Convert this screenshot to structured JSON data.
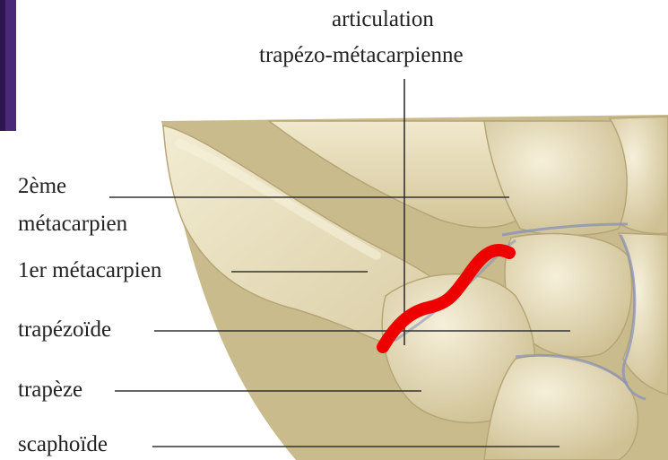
{
  "title": {
    "line1": "articulation",
    "line2": "trapézo-métacarpienne"
  },
  "labels": {
    "second_metacarpal_line1": "2ème",
    "second_metacarpal_line2": "métacarpien",
    "first_metacarpal": "1er métacarpien",
    "trapezoid": "trapézoïde",
    "trapezium": "trapèze",
    "scaphoid": "scaphoïde"
  },
  "colors": {
    "background": "#ffffff",
    "bone_light": "#efe6c6",
    "bone_mid": "#ddd1a8",
    "bone_shadow": "#b9aa7c",
    "joint_line": "#8a93b8",
    "leader_line": "#333333",
    "highlight_stroke": "#ee0000",
    "corner_tile": "#4a2a78"
  }
}
